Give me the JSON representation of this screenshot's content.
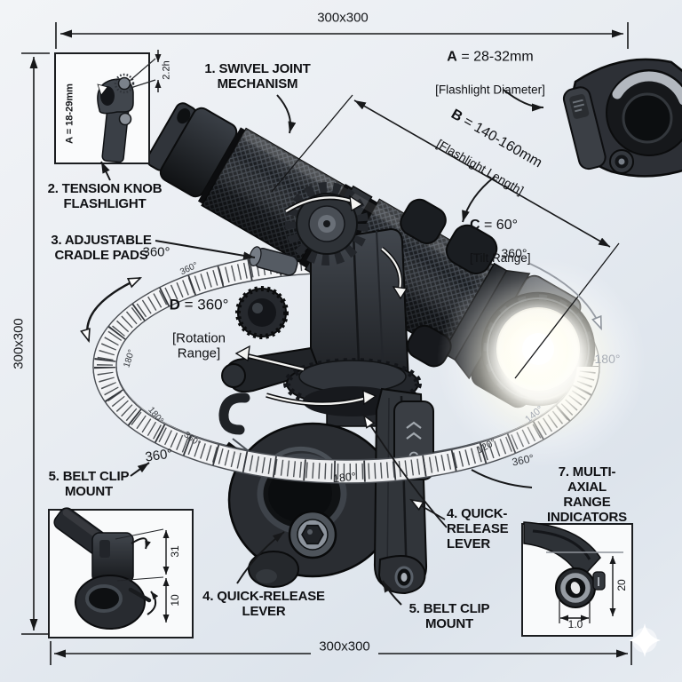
{
  "frame": {
    "top": "300x300",
    "left": "300x300",
    "bottom": "300x300"
  },
  "callouts": {
    "swivel_joint": "1. SWIVEL JOINT\nMECHANISM",
    "tension_knob": "2. TENSION KNOB\nFLASHLIGHT",
    "cradle_pads": "3. ADJUSTABLE\nCRADLE PADS",
    "quick_release_bottom": "4. QUICK-RELEASE\nLEVER",
    "quick_release_right": "4. QUICK-\nRELEASE\nLEVER",
    "belt_clip_left": "5. BELT CLIP\nMOUNT",
    "belt_clip_right": "5. BELT CLIP\nMOUNT",
    "multi_axial": "7. MULTI-AXIAL\nRANGE INDICATORS"
  },
  "specs": {
    "a": {
      "key": "A",
      "value": " = 28-32mm",
      "bracket": "[Flashlight Diameter]"
    },
    "b": {
      "key": "B",
      "value": " = 140-160mm",
      "bracket": "[Flashlight Length]"
    },
    "c": {
      "key": "C",
      "value": " = 60°",
      "bracket": "[Tilt Range]"
    },
    "d": {
      "key": "D",
      "value": " = 360°",
      "bracket": "[Rotation\nRange]"
    }
  },
  "dial": {
    "top_big": "360°",
    "top_ring": "360°",
    "left_180": "180°",
    "lower_180": "180°",
    "lower_360": "360°",
    "bottom_big": "360°",
    "bottom_180": "180°",
    "right_120": "120°",
    "right_140": "140°",
    "right_360": "360°",
    "gray_180": "180°",
    "upper_360": "360°"
  },
  "insets": {
    "top_left": {
      "side": "A = 18-29mm",
      "height": "2.2h"
    },
    "bottom_left": {
      "dim_upper": "31",
      "dim_lower": "10"
    },
    "bottom_right": {
      "dim_vertical": "20",
      "dim_horizontal": "1.0"
    }
  },
  "colors": {
    "ink": "#17181a",
    "muted": "#a9aeb6",
    "band": "#f3f4f6",
    "metal": "#2a2d32"
  }
}
